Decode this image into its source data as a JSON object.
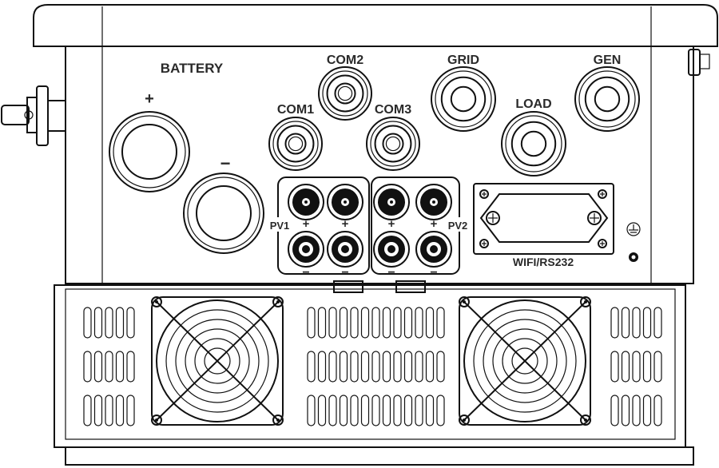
{
  "labels": {
    "battery": "BATTERY",
    "battery_plus": "+",
    "battery_minus": "−",
    "com1": "COM1",
    "com2": "COM2",
    "com3": "COM3",
    "grid": "GRID",
    "load": "LOAD",
    "gen": "GEN",
    "pv1": "PV1",
    "pv2": "PV2",
    "pv_plus": "+",
    "pv_minus": "−",
    "wifi": "WIFI/RS232"
  },
  "icons": {
    "ground": "ground-icon"
  }
}
